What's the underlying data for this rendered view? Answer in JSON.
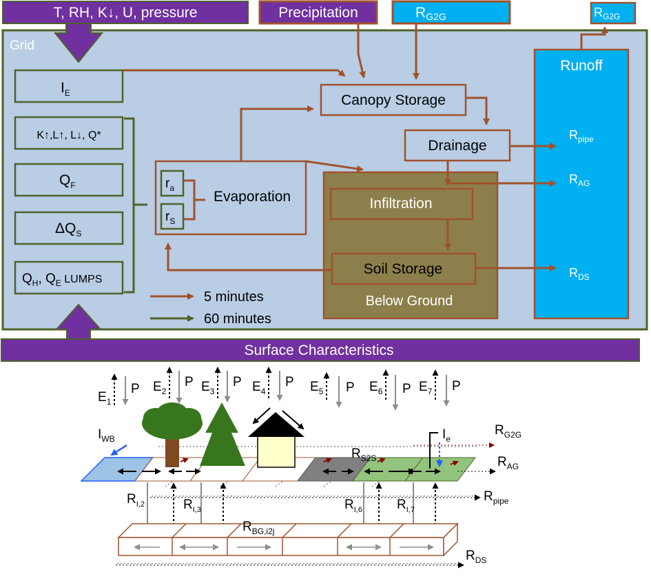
{
  "top": {
    "inputs_label": "T, RH, K↓, U, pressure",
    "precip_label": "Precipitation",
    "rg2g_label": "R",
    "rg2g_sub": "G2G",
    "rg2g_right_label": "R",
    "rg2g_right_sub": "G2G"
  },
  "grid": {
    "label": "Grid",
    "ie_label": "I",
    "ie_sub": "E",
    "rad_label": "K↑,L↑, L↓, Q*",
    "qf_label": "Q",
    "qf_sub": "F",
    "dqs_label": "ΔQ",
    "dqs_sub": "S",
    "qhqe_label1": "Q",
    "qhqe_sub1": "H",
    "qhqe_label2": ", Q",
    "qhqe_sub2": "E",
    "qhqe_label3": " LUMPS",
    "ra_label": "r",
    "ra_sub": "a",
    "rs_label": "r",
    "rs_sub": "S",
    "evaporation_label": "Evaporation",
    "canopy_label": "Canopy Storage",
    "drainage_label": "Drainage",
    "infiltration_label": "Infiltration",
    "soil_label": "Soil Storage",
    "below_ground_label": "Below Ground",
    "runoff_label": "Runoff",
    "r_pipe": "R",
    "r_pipe_sub": "pipe",
    "r_ag": "R",
    "r_ag_sub": "AG",
    "r_ds": "R",
    "r_ds_sub": "DS",
    "legend_5": "5 minutes",
    "legend_60": "60 minutes"
  },
  "surface": {
    "label": "Surface Characteristics"
  },
  "lower": {
    "e1": "E",
    "e1_sub": "1",
    "e2": "E",
    "e2_sub": "2",
    "e3": "E",
    "e3_sub": "3",
    "e4": "E",
    "e4_sub": "4",
    "e5": "E",
    "e5_sub": "5",
    "e6": "E",
    "e6_sub": "6",
    "e7": "E",
    "e7_sub": "7",
    "p": "P",
    "iwb": "I",
    "iwb_sub": "WB",
    "ie": "I",
    "ie_sub": "e",
    "rg2g": "R",
    "rg2g_sub": "G2G",
    "rs2s": "R",
    "rs2s_sub": "S2S",
    "rag": "R",
    "rag_sub": "AG",
    "rpipe": "R",
    "rpipe_sub": "pipe",
    "ri2": "R",
    "ri2_sub": "I,2",
    "ri3": "R",
    "ri3_sub": "I,3",
    "ri6": "R",
    "ri6_sub": "I,6",
    "ri7": "R",
    "ri7_sub": "I,7",
    "rbg": "R",
    "rbg_sub": "BG,i2j",
    "rds": "R",
    "rds_sub": "DS"
  },
  "colors": {
    "purple": "#7030a0",
    "brown": "#a0522d",
    "green_dark": "#4f6228",
    "grid_fill": "#b9cde5",
    "below_ground": "#8c7f4b",
    "runoff": "#00b0f0",
    "water_fill": "#9dc3e6",
    "tree_green": "#38761d",
    "grey_patch": "#808080",
    "grass": "#93c47d"
  }
}
